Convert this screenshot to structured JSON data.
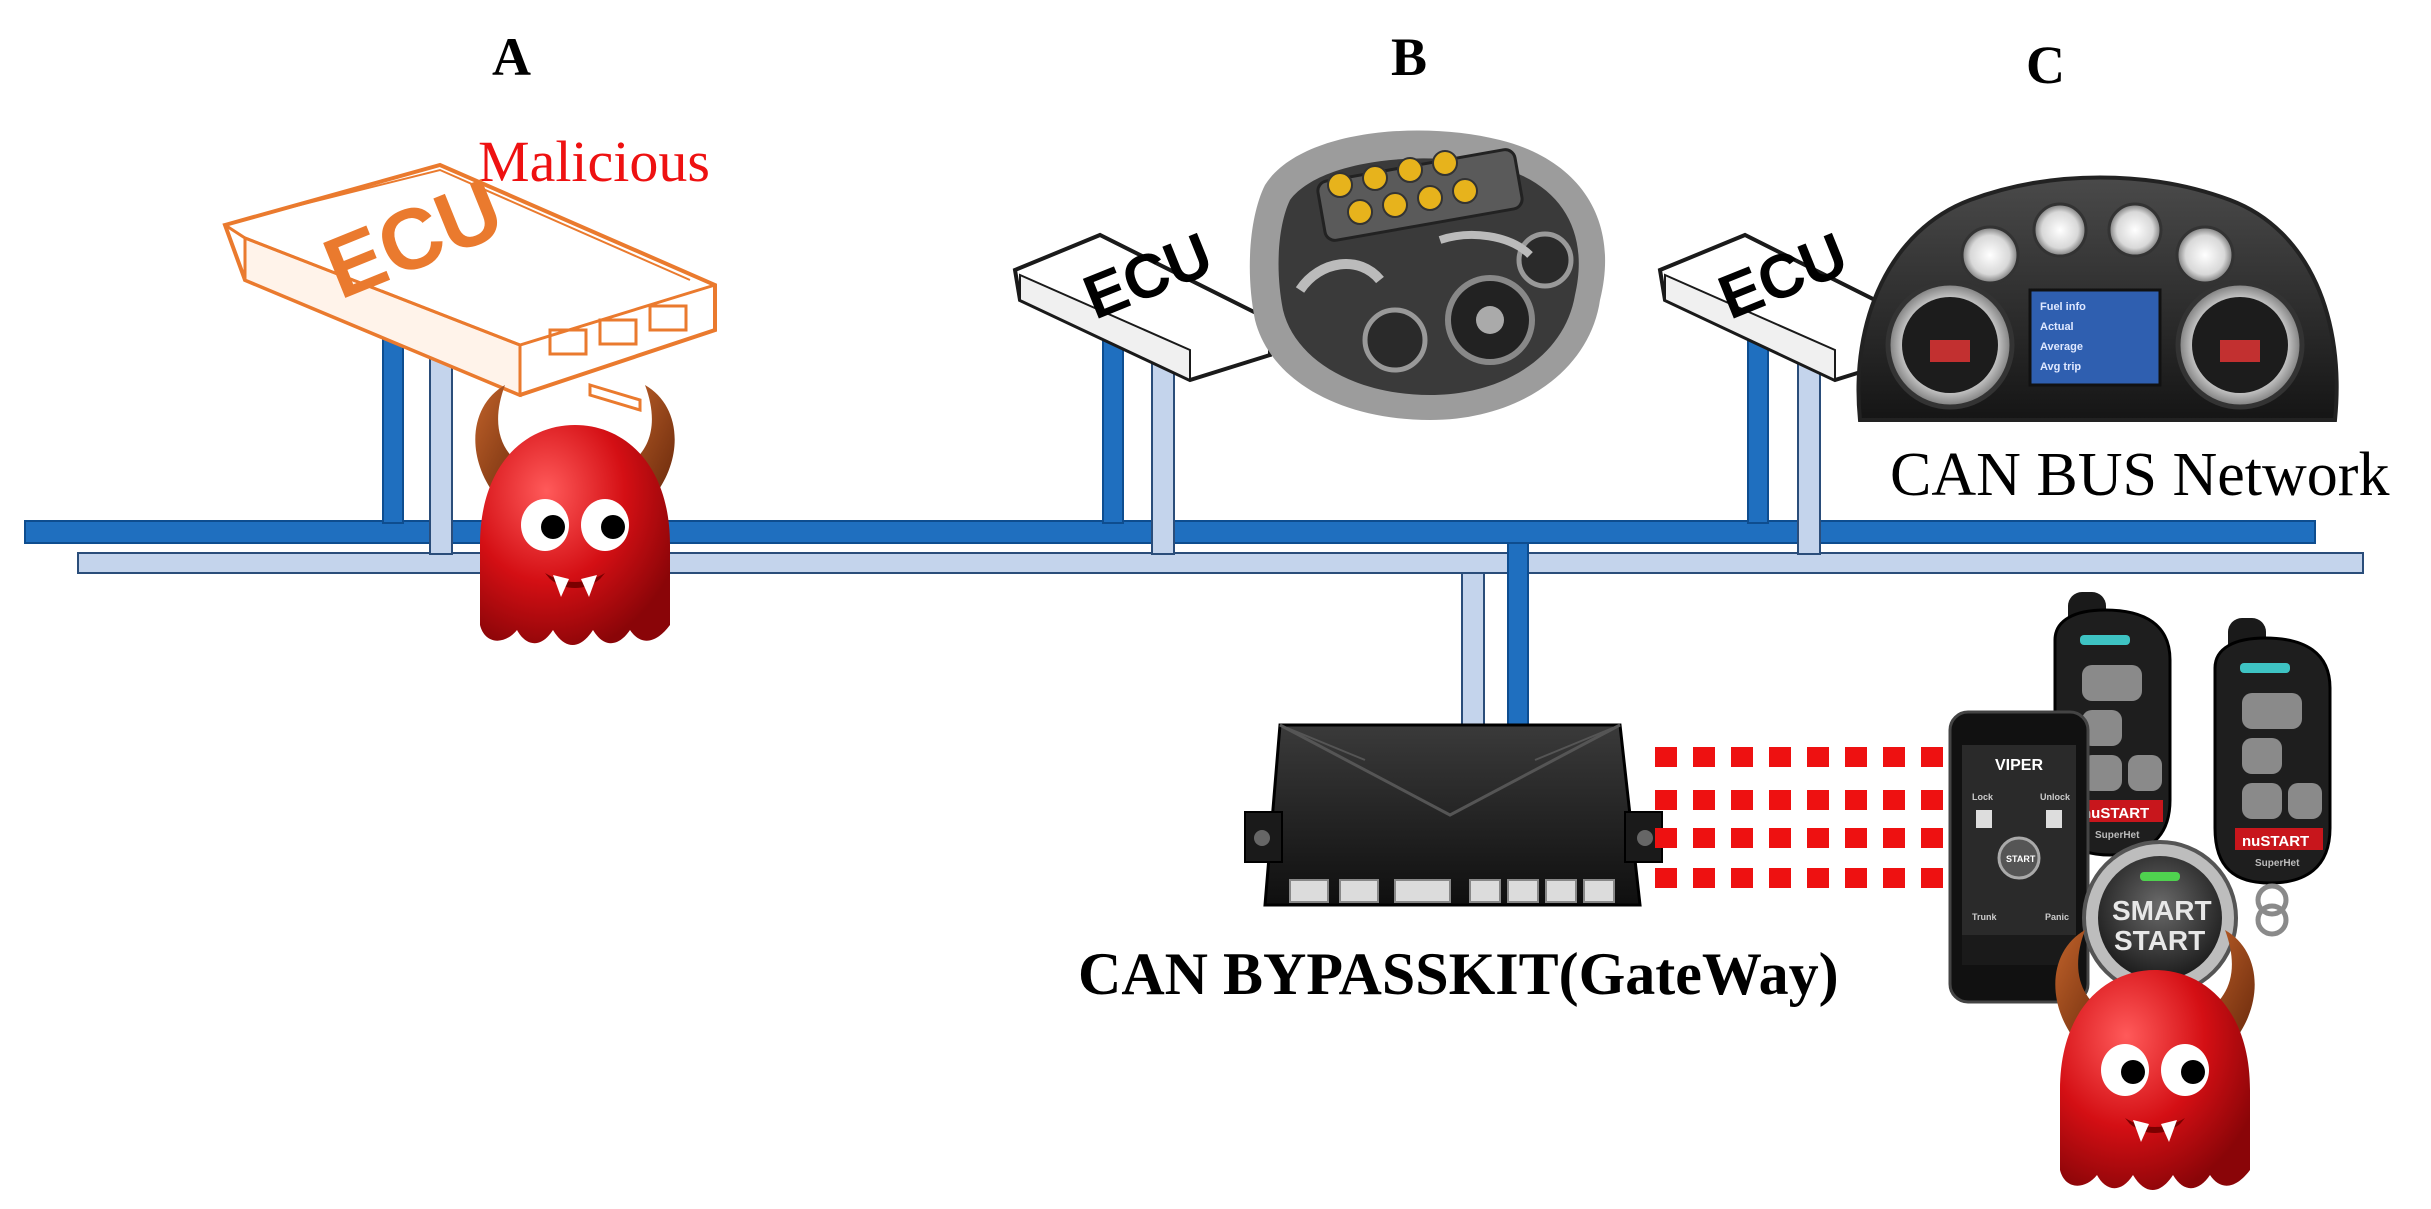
{
  "labels": {
    "node_a": "A",
    "node_b": "B",
    "node_c": "C",
    "malicious": "Malicious",
    "network": "CAN BUS Network",
    "gateway": "CAN BYPASSKIT(GateWay)"
  },
  "ecu": {
    "text": "ECU"
  },
  "remote": {
    "brand": "VIPER",
    "lock": "Lock",
    "unlock": "Unlock",
    "start": "START",
    "trunk": "Trunk",
    "panic": "Panic",
    "fob_brand": "nuSTART",
    "fob_sub": "SuperHet",
    "smart": "SMART",
    "smart_start": "START"
  },
  "dash": {
    "line1": "Fuel info",
    "line2": "Actual",
    "line3": "Average",
    "line4": "Avg trip"
  },
  "colors": {
    "bus_dark": "#1f6fbf",
    "bus_light": "#c4d4ec",
    "malicious": "#ee1111",
    "ecu_orange": "#ea7a2e",
    "devil_red": "#d40f14",
    "signal": "#ee1111"
  }
}
